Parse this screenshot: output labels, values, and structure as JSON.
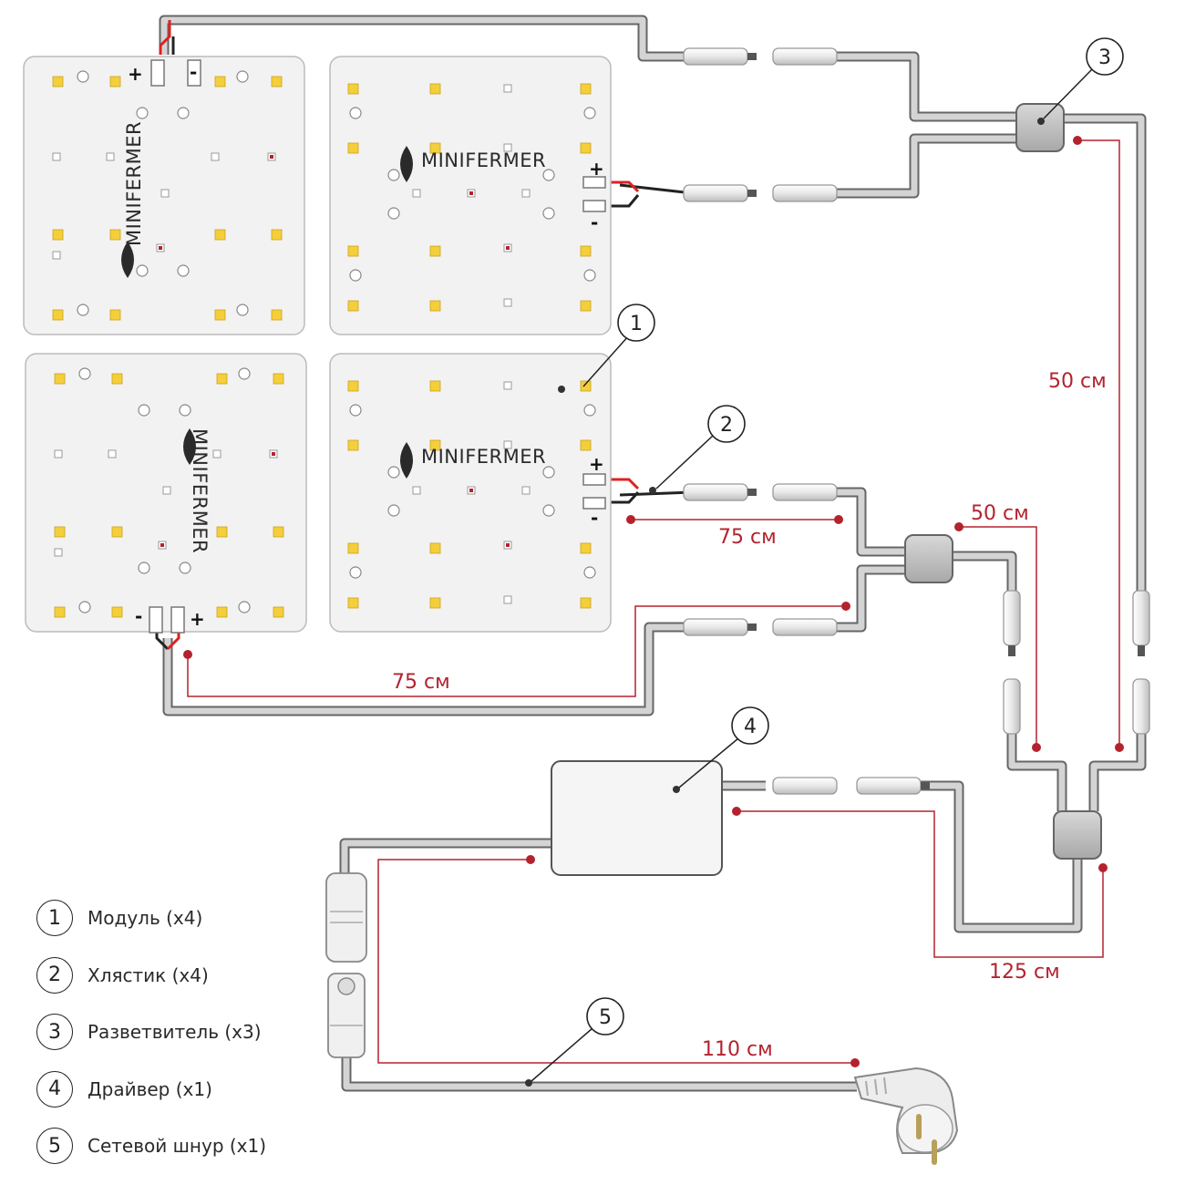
{
  "brand": "MINIFERMER",
  "polarity": {
    "plus": "+",
    "minus": "-"
  },
  "callouts": [
    "1",
    "2",
    "3",
    "4",
    "5"
  ],
  "dimensions": {
    "d50_right": "50 см",
    "d50_mid": "50 см",
    "d75_upper": "75 см",
    "d75_lower": "75 см",
    "d125": "125 см",
    "d110": "110 см"
  },
  "legend": [
    {
      "num": "1",
      "label": "Модуль (x4)"
    },
    {
      "num": "2",
      "label": "Хлястик (x4)"
    },
    {
      "num": "3",
      "label": "Разветвитель (x3)"
    },
    {
      "num": "4",
      "label": "Драйвер (x1)"
    },
    {
      "num": "5",
      "label": "Сетевой шнур (x1)"
    }
  ],
  "colors": {
    "cable": "#d4d4d4",
    "cable_outline": "#666666",
    "dimension": "#b3232e",
    "module": "#f2f2f2",
    "led": "#f5cf3a",
    "splitter": "#c8c8c8"
  }
}
